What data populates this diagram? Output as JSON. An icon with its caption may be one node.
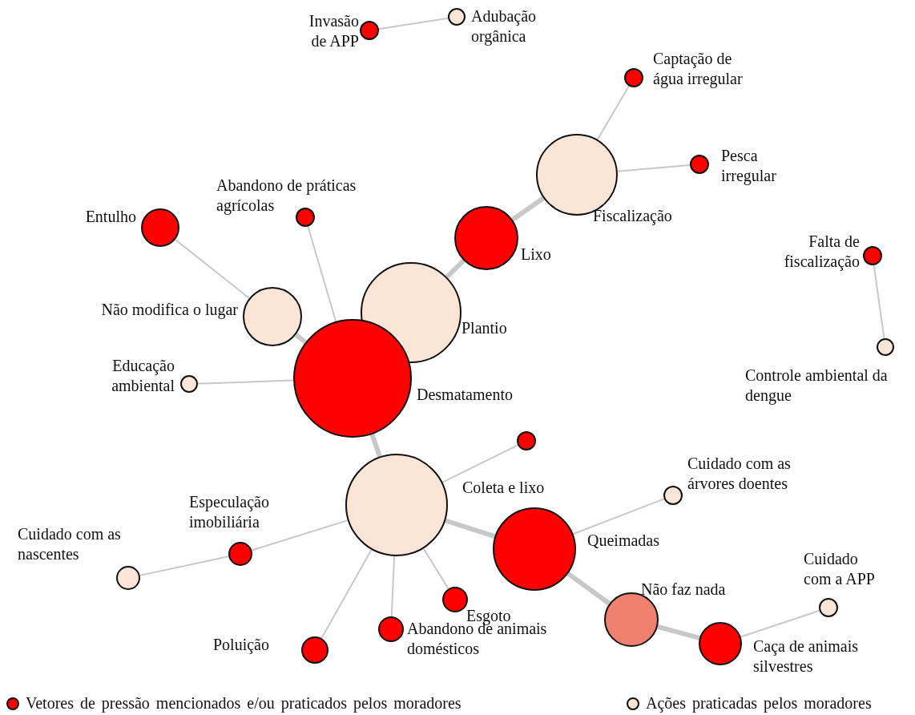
{
  "diagram": {
    "nodes": [
      {
        "text": [
          "Invasão de APP"
        ]
      },
      {
        "text": [
          "Adubação orgânica"
        ]
      },
      {
        "text": [
          "Captação de água irregular"
        ]
      },
      {
        "text": [
          "Fiscalização"
        ]
      },
      {
        "text": [
          "Pesca irregular"
        ]
      },
      {
        "text": [
          "Entulho"
        ]
      },
      {
        "text": [
          "Abandono de práticas agrícolas"
        ]
      },
      {
        "text": [
          "Lixo"
        ]
      },
      {
        "text": [
          "Não modifica o lugar"
        ]
      },
      {
        "text": [
          "Plantio"
        ]
      },
      {
        "text": [
          "Educação ambiental"
        ]
      },
      {
        "text": [
          "Desmatamento"
        ]
      },
      {
        "text": [
          "Falta de fiscalização"
        ]
      },
      {
        "text": [
          "Controle ambiental da dengue"
        ]
      },
      {
        "text": [],
        "shape": "circle"
      },
      {
        "text": [
          "Coleta e lixo"
        ]
      },
      {
        "text": [
          "Cuidado com as árvores doentes"
        ]
      },
      {
        "text": [
          "Especulação imobiliária"
        ]
      },
      {
        "text": [
          "Cuidado com as nascentes"
        ]
      },
      {
        "text": [
          "Queimadas"
        ]
      },
      {
        "text": [
          "Não faz nada"
        ]
      },
      {
        "text": [
          "Cuidado com a APP"
        ]
      },
      {
        "text": [
          "Caça de animais silvestres"
        ]
      },
      {
        "text": [
          "Poluição"
        ]
      },
      {
        "text": [
          "Abandono de animais domésticos"
        ]
      },
      {
        "text": [
          "Esgoto"
        ]
      }
    ],
    "edges": [
      {
        "from": 0,
        "to": 1,
        "arrow": "none"
      },
      {
        "from": 2,
        "to": 3,
        "arrow": "none"
      },
      {
        "from": 3,
        "to": 4,
        "arrow": "none"
      },
      {
        "from": 3,
        "to": 7,
        "arrow": "none",
        "style": "thick"
      },
      {
        "from": 7,
        "to": 9,
        "arrow": "none",
        "style": "thick"
      },
      {
        "from": 5,
        "to": 8,
        "arrow": "none"
      },
      {
        "from": 8,
        "to": 11,
        "arrow": "none",
        "style": "thick"
      },
      {
        "from": 6,
        "to": 11,
        "arrow": "none"
      },
      {
        "from": 10,
        "to": 11,
        "arrow": "none"
      },
      {
        "from": 12,
        "to": 13,
        "arrow": "none"
      },
      {
        "from": 11,
        "to": 15,
        "arrow": "none",
        "style": "thick"
      },
      {
        "from": 14,
        "to": 15,
        "arrow": "none"
      },
      {
        "from": 15,
        "to": 17,
        "arrow": "none"
      },
      {
        "from": 17,
        "to": 18,
        "arrow": "none"
      },
      {
        "from": 15,
        "to": 19,
        "arrow": "none",
        "style": "thick"
      },
      {
        "from": 19,
        "to": 16,
        "arrow": "none"
      },
      {
        "from": 19,
        "to": 20,
        "arrow": "none",
        "style": "thick"
      },
      {
        "from": 20,
        "to": 22,
        "arrow": "none",
        "style": "thick"
      },
      {
        "from": 22,
        "to": 21,
        "arrow": "none"
      },
      {
        "from": 15,
        "to": 23,
        "arrow": "none"
      },
      {
        "from": 15,
        "to": 24,
        "arrow": "none"
      },
      {
        "from": 15,
        "to": 25,
        "arrow": "none"
      }
    ],
    "legend": [
      {
        "text": "Vetores de pressão mencionados e/ou praticados pelos moradores",
        "color": "#ff0000"
      },
      {
        "text": "Ações praticadas pelos moradores",
        "color": "#fbe5d6"
      }
    ]
  }
}
